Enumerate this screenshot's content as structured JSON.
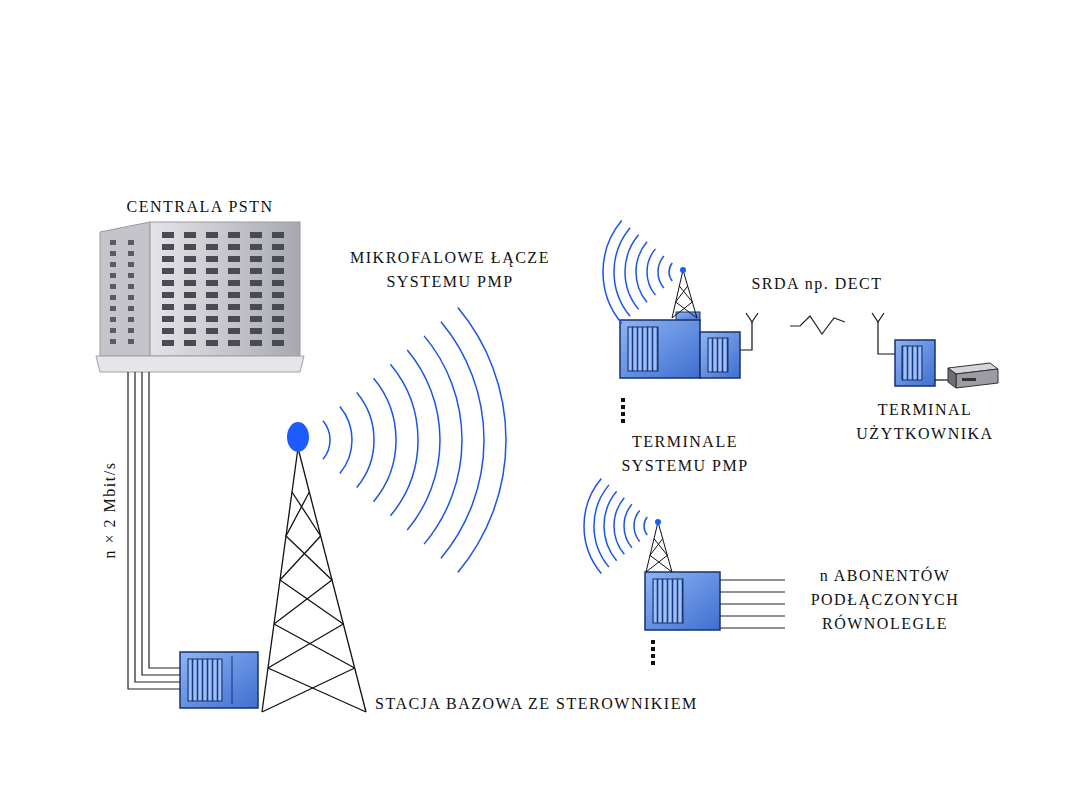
{
  "diagram": {
    "nodes": [
      {
        "text": [
          "CENTRALA PSTN"
        ]
      },
      {
        "text": [
          "STACJA BAZOWA ZE STEROWNIKIEM"
        ]
      },
      {
        "text": [
          "TERMINALE SYSTEMU PMP"
        ]
      },
      {
        "text": [
          "TERMINAL UŻYTKOWNIKA"
        ]
      },
      {
        "text": [
          "n ABONENTÓW PODŁĄCZONYCH RÓWNOLEGLE"
        ]
      }
    ],
    "edges": [
      {
        "from": 0,
        "to": 1,
        "label": "n × 2 Mbit/s",
        "arrow": "none"
      },
      {
        "from": 2,
        "to": 3,
        "label": "SRDA np. DECT",
        "arrow": "none"
      }
    ],
    "labels": [
      "MIKROFALOWE ŁĄCZE SYSTEMU PMP"
    ]
  }
}
